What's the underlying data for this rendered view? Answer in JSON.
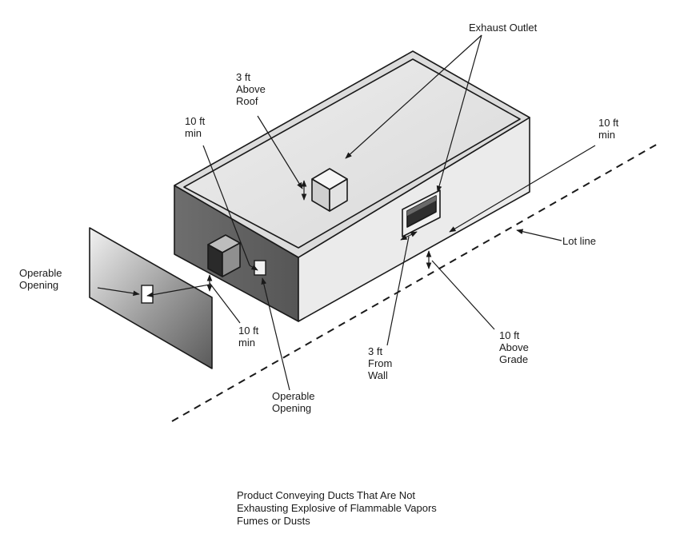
{
  "labels": {
    "exhaust_outlet": "Exhaust Outlet",
    "above_roof": [
      "3 ft",
      "Above",
      "Roof"
    ],
    "min_left": [
      "10 ft",
      "min"
    ],
    "min_right": [
      "10 ft",
      "min"
    ],
    "lot_line": "Lot line",
    "operable_opening_left": [
      "Operable",
      "Opening"
    ],
    "min_bottom": [
      "10 ft",
      "min"
    ],
    "operable_opening_bottom": [
      "Operable",
      "Opening"
    ],
    "from_wall": [
      "3 ft",
      "From",
      "Wall"
    ],
    "above_grade": [
      "10 ft",
      "Above",
      "Grade"
    ]
  },
  "caption": [
    "Product Conveying Ducts That Are Not",
    "Exhausting Explosive of Flammable Vapors",
    "Fumes or Dusts"
  ]
}
